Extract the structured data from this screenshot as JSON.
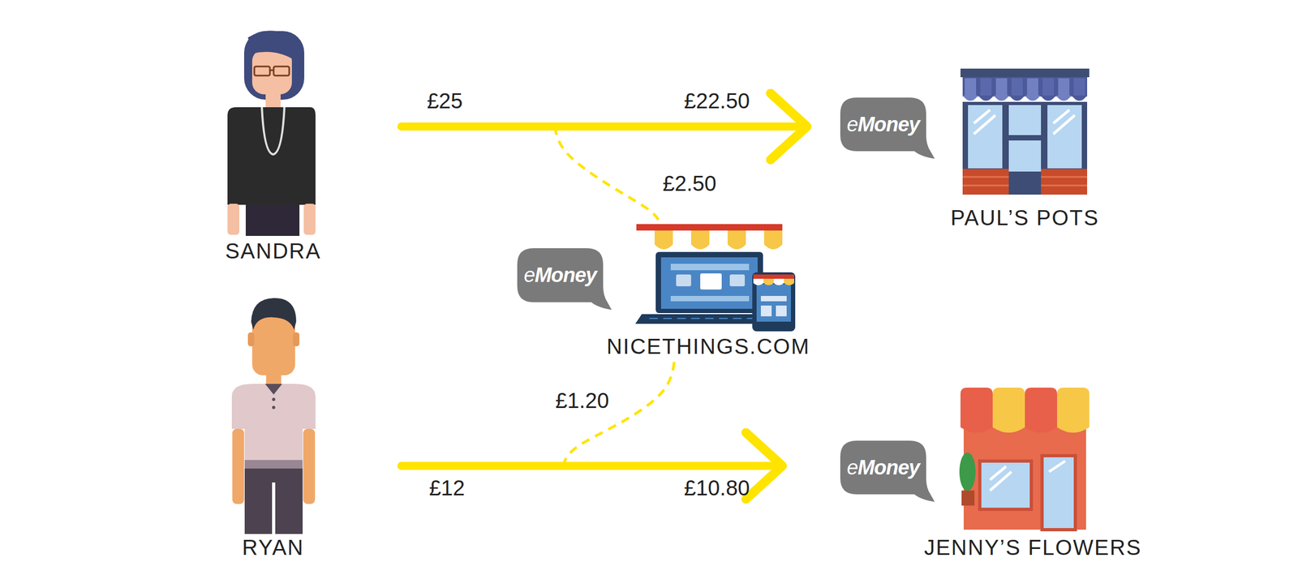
{
  "diagram": {
    "nodes": [
      {
        "text": [
          "SANDRA"
        ]
      },
      {
        "text": [
          "eMoney"
        ]
      },
      {
        "text": [
          "PAUL’S POTS"
        ]
      },
      {
        "text": [
          "eMoney"
        ]
      },
      {
        "text": [
          "NICETHINGS.COM"
        ]
      },
      {
        "text": [
          "RYAN"
        ]
      },
      {
        "text": [
          "eMoney"
        ]
      },
      {
        "text": [
          "JENNY’S FLOWERS"
        ]
      }
    ],
    "edges": [
      {
        "from": 0,
        "to": 2,
        "arrow": "to",
        "label": "£22.50"
      },
      {
        "from": 0,
        "to": 4,
        "arrow": "none",
        "label": "£2.50"
      },
      {
        "from": 5,
        "to": 7,
        "arrow": "to",
        "label": "£10.80"
      },
      {
        "from": 5,
        "to": 4,
        "arrow": "none",
        "label": "£1.20"
      }
    ],
    "labels": [
      "£25",
      "£12"
    ]
  }
}
